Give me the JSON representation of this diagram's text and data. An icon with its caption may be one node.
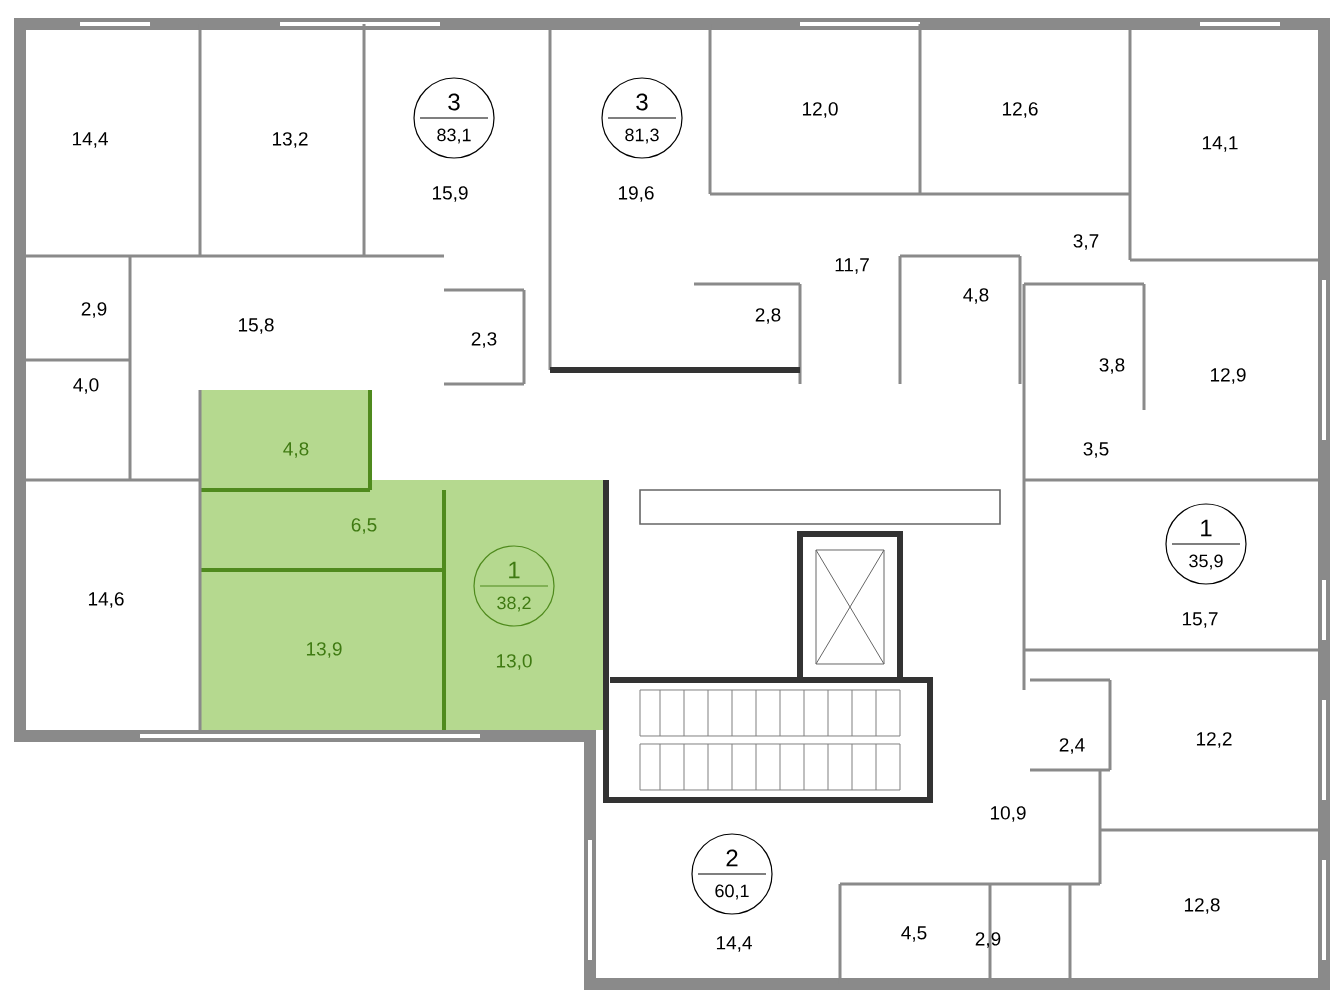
{
  "diagram": {
    "nodes": [
      {
        "text": [
          "3",
          "83,1"
        ]
      },
      {
        "text": [
          "3",
          "81,3"
        ]
      },
      {
        "text": [
          "1",
          "35,9"
        ]
      },
      {
        "text": [
          "1",
          "38,2"
        ]
      },
      {
        "text": [
          "2",
          "60,1"
        ]
      }
    ],
    "labels": [
      "14,4",
      "13,2",
      "12,0",
      "12,6",
      "14,1",
      "15,9",
      "19,6",
      "3,7",
      "11,7",
      "4,8",
      "2,9",
      "2,8",
      "15,8",
      "2,3",
      "3,8",
      "12,9",
      "4,0",
      "4,8",
      "3,5",
      "6,5",
      "14,6",
      "15,7",
      "13,9",
      "13,0",
      "2,4",
      "12,2",
      "10,9",
      "12,8",
      "14,4",
      "4,5",
      "2,9"
    ]
  }
}
